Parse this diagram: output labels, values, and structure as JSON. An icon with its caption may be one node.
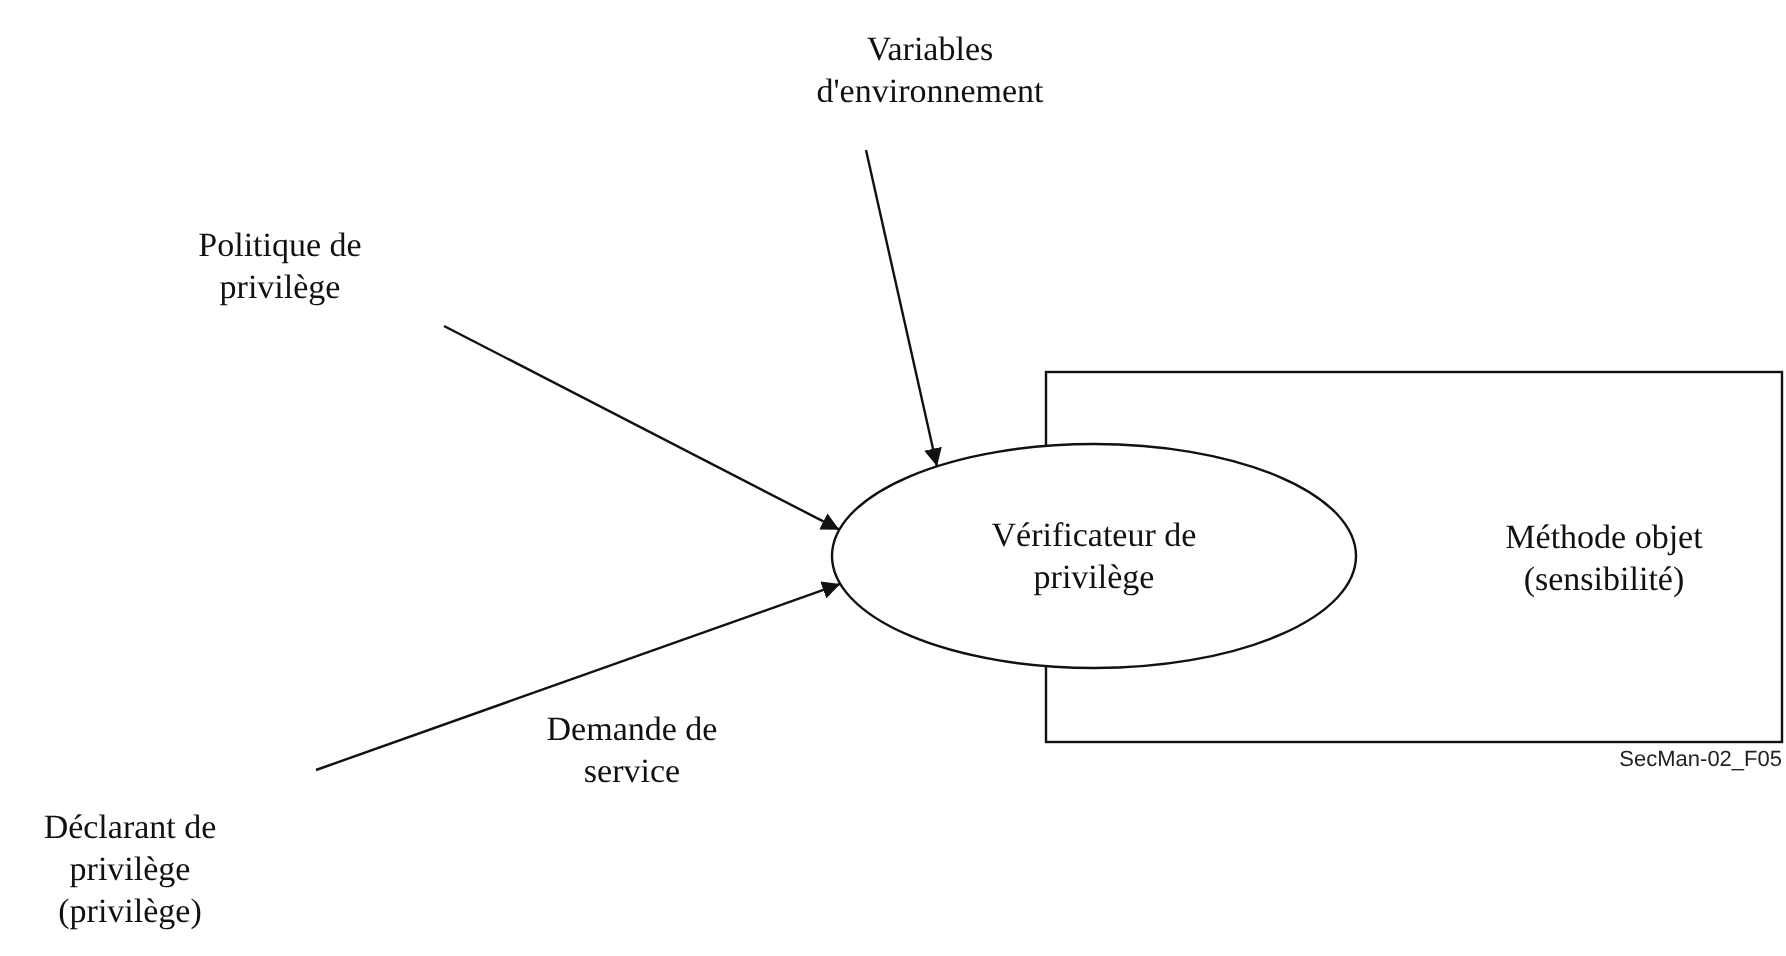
{
  "diagram": {
    "nodes": [
      {
        "text": [
          "Méthode objet (sensibilité)"
        ]
      },
      {
        "text": [
          "Vérificateur de privilège"
        ]
      },
      {
        "text": [
          "Variables d'environnement"
        ]
      },
      {
        "text": [
          "Politique de privilège"
        ]
      },
      {
        "text": [
          "Déclarant de privilège (privilège)"
        ]
      }
    ],
    "edges": [
      {
        "from": 2,
        "to": 1,
        "arrow": "to"
      },
      {
        "from": 3,
        "to": 1,
        "arrow": "to"
      },
      {
        "from": 4,
        "to": 1,
        "arrow": "to",
        "label": "Demande de service"
      }
    ],
    "labels": [
      "SecMan-02_F05"
    ]
  }
}
